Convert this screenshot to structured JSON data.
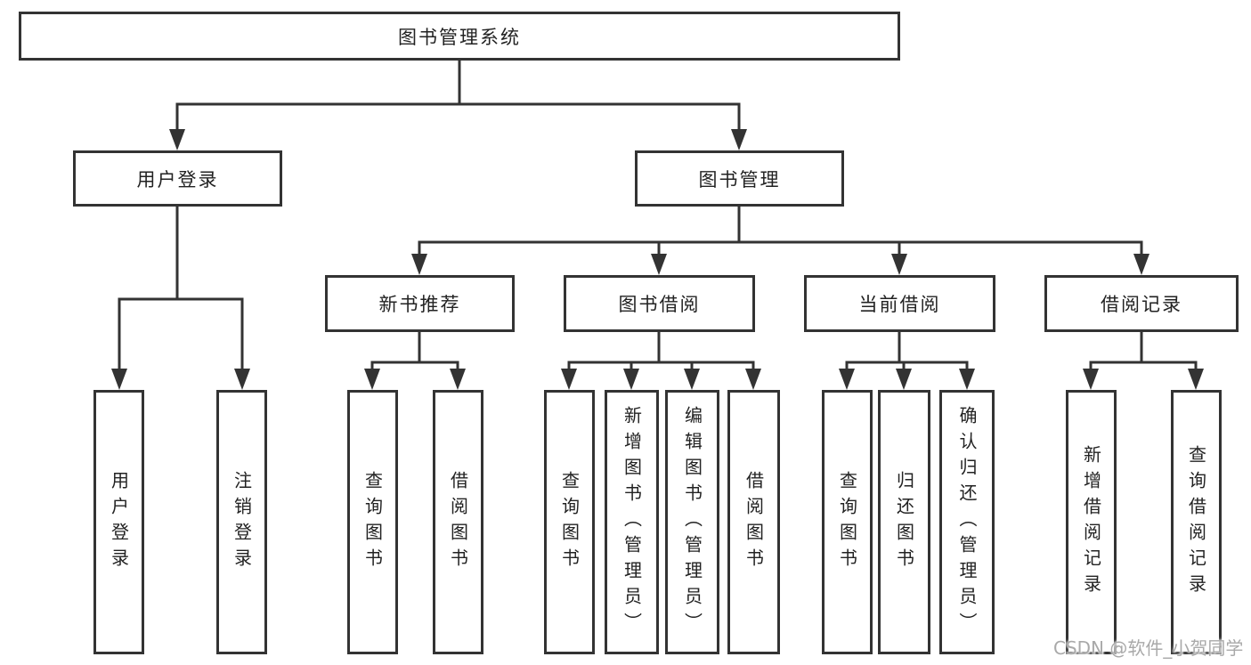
{
  "tree": {
    "root": {
      "label": "图书管理系统"
    },
    "branches": [
      {
        "label": "用户登录",
        "children": [
          {
            "label": "用户登录"
          },
          {
            "label": "注销登录"
          }
        ]
      },
      {
        "label": "图书管理",
        "sections": [
          {
            "label": "新书推荐",
            "children": [
              {
                "label": "查询图书"
              },
              {
                "label": "借阅图书"
              }
            ]
          },
          {
            "label": "图书借阅",
            "children": [
              {
                "label": "查询图书"
              },
              {
                "label": "新增图书（管理员）"
              },
              {
                "label": "编辑图书（管理员）"
              },
              {
                "label": "借阅图书"
              }
            ]
          },
          {
            "label": "当前借阅",
            "children": [
              {
                "label": "查询图书"
              },
              {
                "label": "归还图书"
              },
              {
                "label": "确认归还（管理员）"
              }
            ]
          },
          {
            "label": "借阅记录",
            "children": [
              {
                "label": "新增借阅记录"
              },
              {
                "label": "查询借阅记录"
              }
            ]
          }
        ]
      }
    ]
  },
  "watermark": "CSDN @软件_小贺同学",
  "colors": {
    "line": "#333333",
    "text": "#222222",
    "background": "#ffffff",
    "watermark": "#a9a9a9"
  }
}
